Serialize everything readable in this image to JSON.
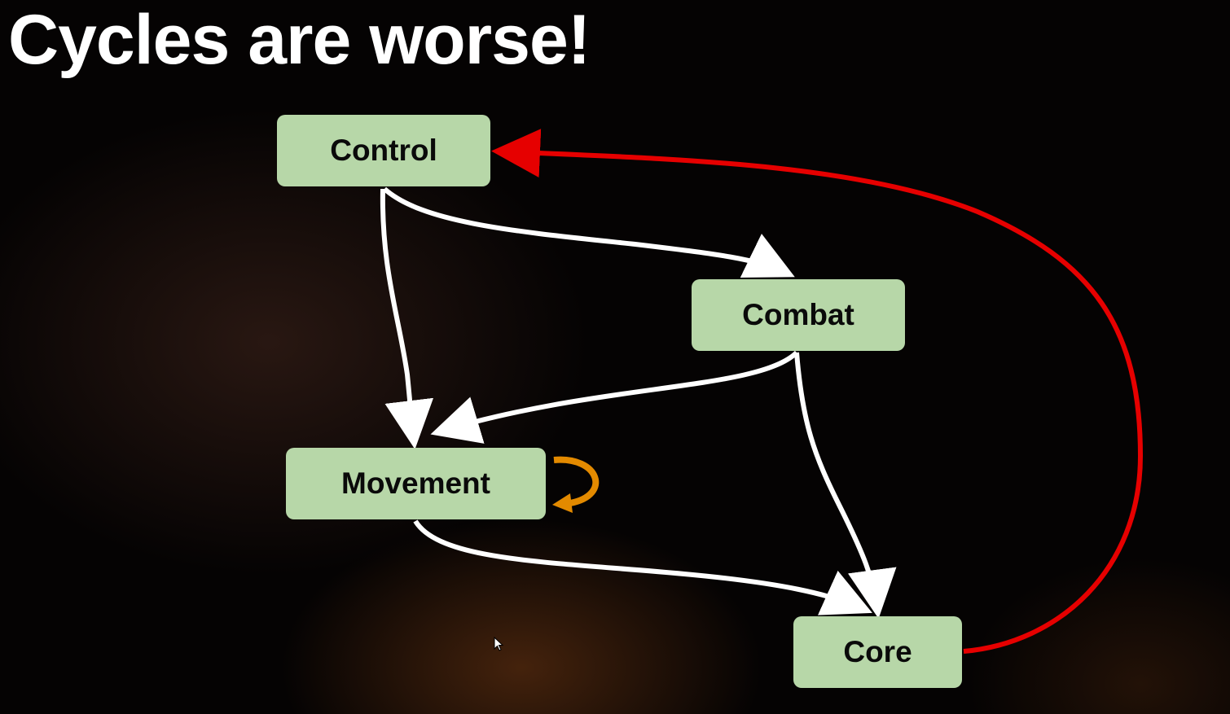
{
  "slide": {
    "title": "Cycles are worse!"
  },
  "diagram": {
    "nodes": [
      {
        "id": "control",
        "label": "Control"
      },
      {
        "id": "combat",
        "label": "Combat"
      },
      {
        "id": "movement",
        "label": "Movement"
      },
      {
        "id": "core",
        "label": "Core"
      }
    ],
    "edges": [
      {
        "from": "control",
        "to": "combat",
        "color": "#ffffff"
      },
      {
        "from": "control",
        "to": "movement",
        "color": "#ffffff"
      },
      {
        "from": "combat",
        "to": "movement",
        "color": "#ffffff"
      },
      {
        "from": "combat",
        "to": "core",
        "color": "#ffffff"
      },
      {
        "from": "movement",
        "to": "core",
        "color": "#ffffff"
      },
      {
        "from": "core",
        "to": "control",
        "color": "#e60000",
        "kind": "cycle"
      },
      {
        "from": "movement",
        "to": "movement",
        "color": "#e38a00",
        "kind": "self-loop"
      }
    ],
    "node_color": "#b7d7a8"
  },
  "colors": {
    "background": "#000000",
    "title": "#ffffff",
    "cycle_edge": "#e60000",
    "self_loop": "#e38a00"
  }
}
